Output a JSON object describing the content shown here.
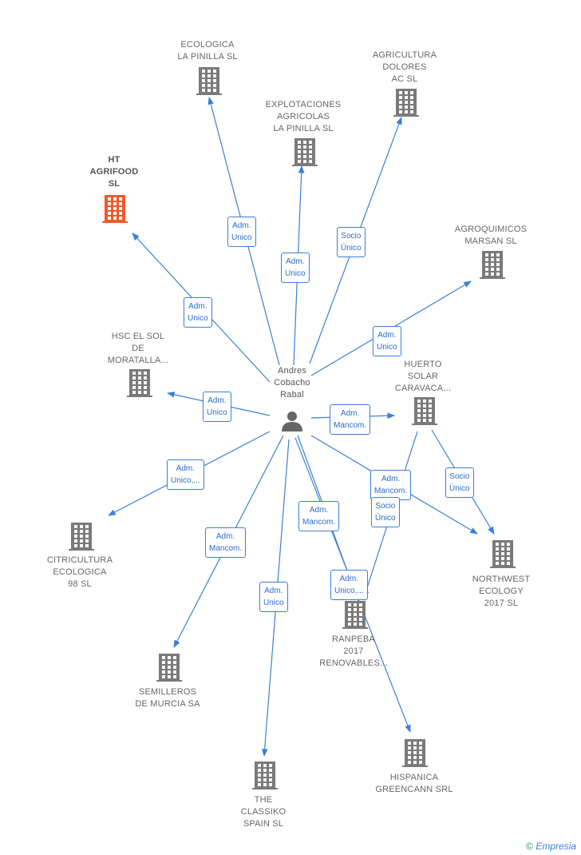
{
  "colors": {
    "edge": "#3a7fd6",
    "company": "#7a7a7a",
    "highlight": "#f05a28",
    "person": "#666666"
  },
  "center": {
    "id": "andres",
    "label": "Andres\nCobacho\nRabal",
    "icon": "person-icon"
  },
  "nodes": [
    {
      "id": "ecologica",
      "label": "ECOLOGICA\nLA PINILLA SL",
      "icon": "building-icon"
    },
    {
      "id": "agricultura",
      "label": "AGRICULTURA\nDOLORES\nAC  SL",
      "icon": "building-icon"
    },
    {
      "id": "explotaciones",
      "label": "EXPLOTACIONES\nAGRICOLAS\nLA PINILLA SL",
      "icon": "building-icon"
    },
    {
      "id": "ht",
      "label": "HT\nAGRIFOOD\nSL",
      "icon": "building-icon",
      "highlight": true
    },
    {
      "id": "agroquimicos",
      "label": "AGROQUIMICOS\nMARSAN SL",
      "icon": "building-icon"
    },
    {
      "id": "hsc",
      "label": "HSC EL SOL\nDE\nMORATALLA...",
      "icon": "building-icon"
    },
    {
      "id": "huerto",
      "label": "HUERTO\nSOLAR\nCARAVACA...",
      "icon": "building-icon"
    },
    {
      "id": "citricultura",
      "label": "CITRICULTURA\nECOLOGICA\n98  SL",
      "icon": "building-icon"
    },
    {
      "id": "northwest",
      "label": "NORTHWEST\nECOLOGY\n2017  SL",
      "icon": "building-icon"
    },
    {
      "id": "ranpeba",
      "label": "RANPEBA\n2017\nRENOVABLES...",
      "icon": "building-icon"
    },
    {
      "id": "semilleros",
      "label": "SEMILLEROS\nDE MURCIA SA",
      "icon": "building-icon"
    },
    {
      "id": "hispanica",
      "label": "HISPANICA\nGREENCANN SRL",
      "icon": "building-icon"
    },
    {
      "id": "classiko",
      "label": "THE\nCLASSIKO\nSPAIN  SL",
      "icon": "building-icon"
    }
  ],
  "edges": [
    {
      "from": "andres",
      "to": "ecologica",
      "label": "Adm.\nUnico"
    },
    {
      "from": "andres",
      "to": "explotaciones",
      "label": "Adm.\nUnico"
    },
    {
      "from": "andres",
      "to": "agricultura",
      "label": "Socio\nÚnico"
    },
    {
      "from": "andres",
      "to": "ht",
      "label": "Adm.\nUnico"
    },
    {
      "from": "andres",
      "to": "agroquimicos",
      "label": "Adm.\nUnico"
    },
    {
      "from": "andres",
      "to": "hsc",
      "label": "Adm.\nUnico"
    },
    {
      "from": "andres",
      "to": "huerto",
      "label": "Adm.\nMancom."
    },
    {
      "from": "andres",
      "to": "citricultura",
      "label": "Adm.\nUnico,..."
    },
    {
      "from": "andres",
      "to": "northwest",
      "label": "Adm.\nMancom."
    },
    {
      "from": "huerto",
      "to": "northwest",
      "label": "Socio\nÚnico"
    },
    {
      "from": "huerto",
      "to": "ranpeba",
      "label": "Socio\nÚnico"
    },
    {
      "from": "andres",
      "to": "ranpeba",
      "label": "Adm.\nMancom."
    },
    {
      "from": "andres",
      "to": "semilleros",
      "label": "Adm.\nMancom."
    },
    {
      "from": "andres",
      "to": "hispanica",
      "label": "Adm.\nUnico,..."
    },
    {
      "from": "andres",
      "to": "classiko",
      "label": "Adm.\nUnico"
    }
  ],
  "footer": {
    "copyright_symbol": "©",
    "brand": "Empresia"
  }
}
